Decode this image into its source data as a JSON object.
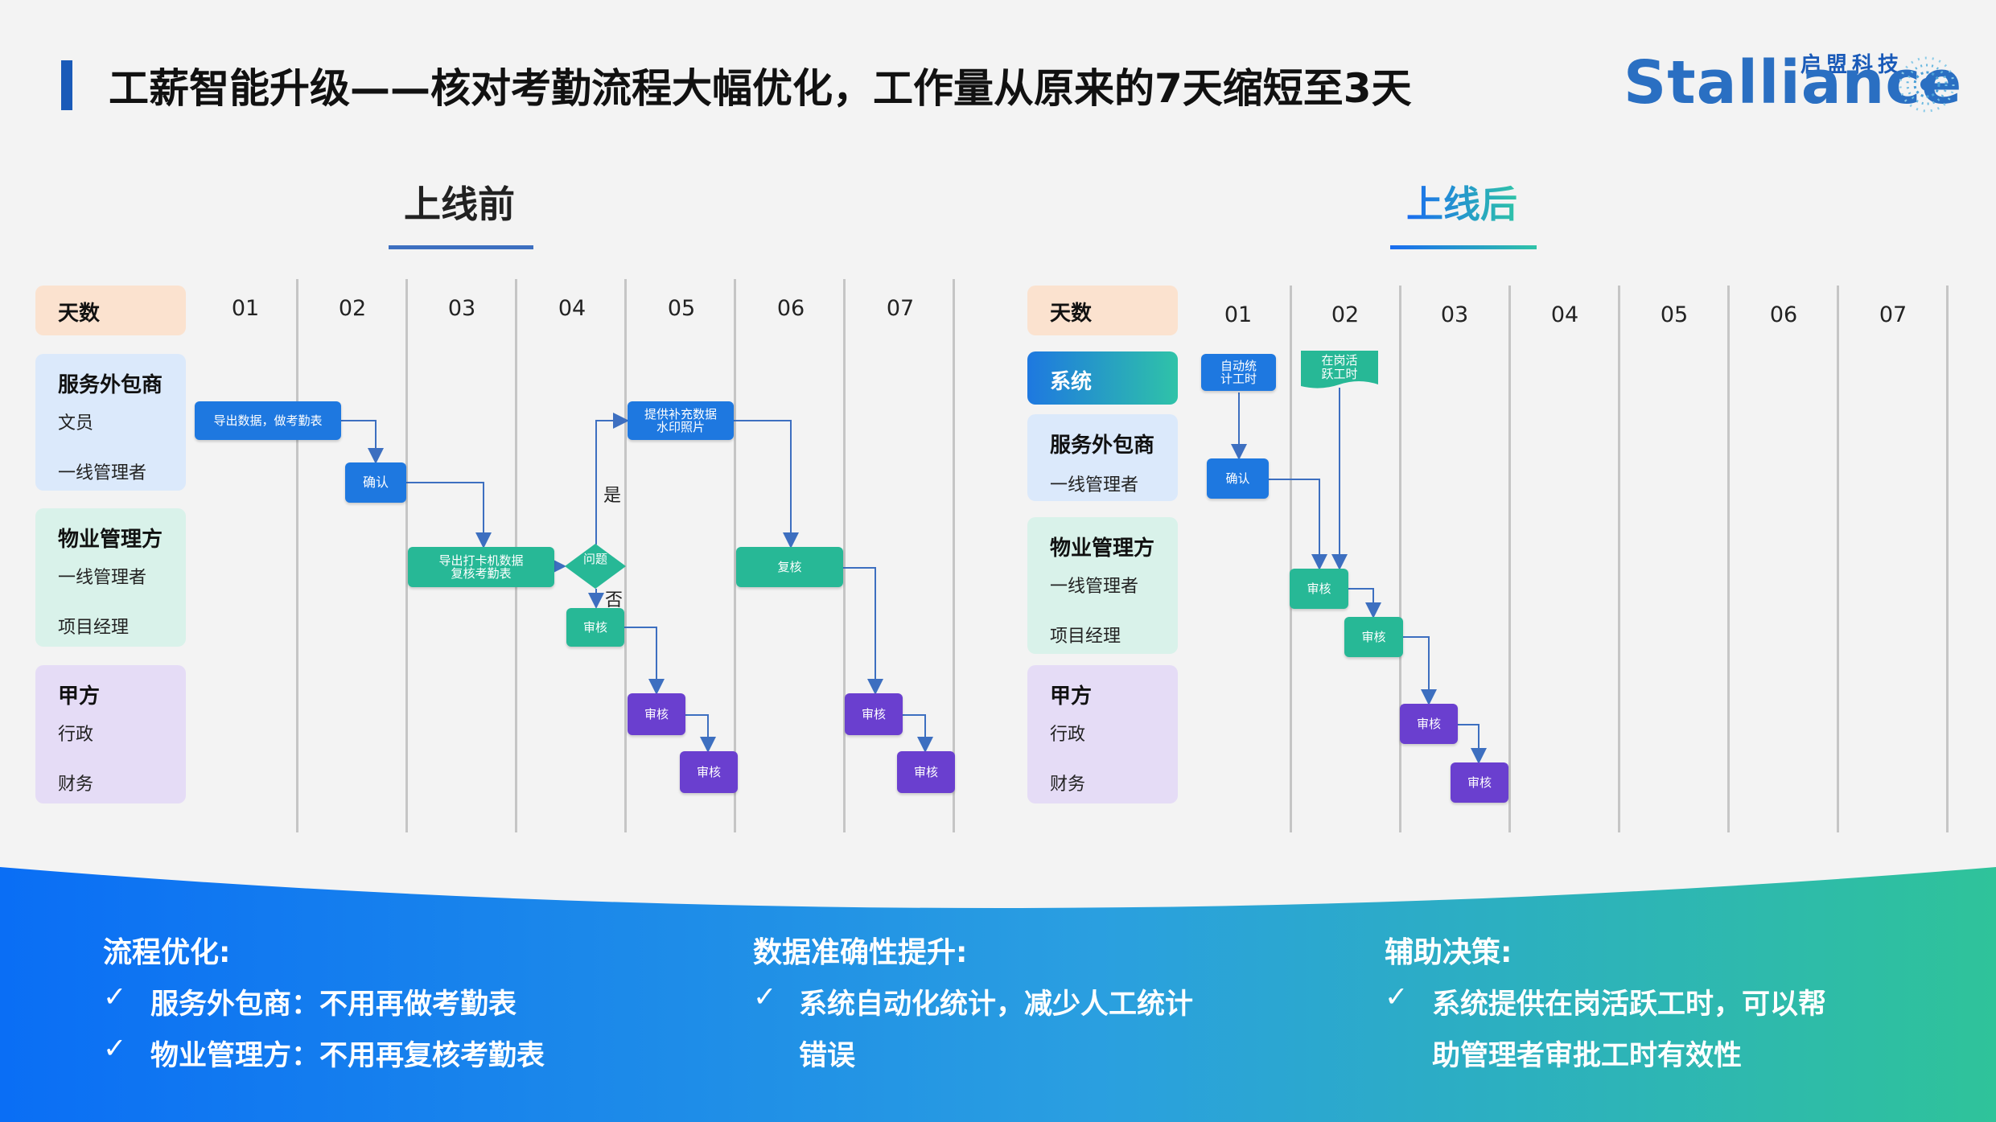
{
  "title": "工薪智能升级——核对考勤流程大幅优化，工作量从原来的7天缩短至3天",
  "logo": {
    "cn": "启盟科技",
    "en": "Stalliance"
  },
  "before": {
    "title": "上线前",
    "header": "天数",
    "days": [
      "01",
      "02",
      "03",
      "04",
      "05",
      "06",
      "07"
    ],
    "lanes": [
      {
        "name": "服务外包商",
        "roles": [
          "文员",
          "一线管理者"
        ]
      },
      {
        "name": "物业管理方",
        "roles": [
          "一线管理者",
          "项目经理"
        ]
      },
      {
        "name": "甲方",
        "roles": [
          "行政",
          "财务"
        ]
      }
    ],
    "nodes": {
      "export_data": "导出数据，做考勤表",
      "confirm": "确认",
      "export_card_1": "导出打卡机数据",
      "export_card_2": "复核考勤表",
      "problem": "问题",
      "supplement_1": "提供补充数据",
      "supplement_2": "水印照片",
      "review_teal": "审核",
      "review_p1": "审核",
      "review_p2": "审核",
      "recheck": "复核",
      "review_p3": "审核",
      "review_p4": "审核",
      "yes": "是",
      "no": "否"
    }
  },
  "after": {
    "title": "上线后",
    "header": "天数",
    "days": [
      "01",
      "02",
      "03",
      "04",
      "05",
      "06",
      "07"
    ],
    "lanes": [
      {
        "name": "系统",
        "roles": []
      },
      {
        "name": "服务外包商",
        "roles": [
          "一线管理者"
        ]
      },
      {
        "name": "物业管理方",
        "roles": [
          "一线管理者",
          "项目经理"
        ]
      },
      {
        "name": "甲方",
        "roles": [
          "行政",
          "财务"
        ]
      }
    ],
    "nodes": {
      "auto_1": "自动统",
      "auto_2": "计工时",
      "active_1": "在岗活",
      "active_2": "跃工时",
      "confirm": "确认",
      "review_t1": "审核",
      "review_t2": "审核",
      "review_p1": "审核",
      "review_p2": "审核"
    }
  },
  "bottom": {
    "col1": {
      "head": "流程优化:",
      "items": [
        "服务外包商：不用再做考勤表",
        "物业管理方：不用再复核考勤表"
      ]
    },
    "col2": {
      "head": "数据准确性提升:",
      "lines": [
        "系统自动化统计，减少人工统计",
        "错误"
      ]
    },
    "col3": {
      "head": "辅助决策:",
      "lines": [
        "系统提供在岗活跃工时，可以帮",
        "助管理者审批工时有效性"
      ]
    },
    "check": "✓"
  },
  "colors": {
    "blue": "#1e78e0",
    "teal": "#27b896",
    "purple": "#6a3fcf",
    "title_accent": "#1a5ab8"
  }
}
